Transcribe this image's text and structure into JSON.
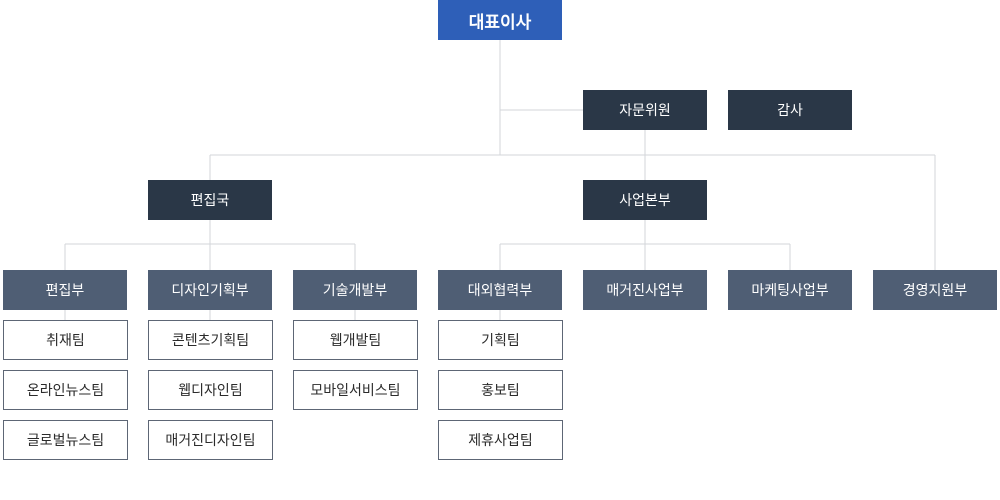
{
  "ceo": "대표이사",
  "advisory": "자문위원",
  "audit": "감사",
  "editorial_bureau": {
    "name": "편집국",
    "departments": [
      {
        "name": "편집부",
        "teams": [
          "취재팀",
          "온라인뉴스팀",
          "글로벌뉴스팀"
        ]
      },
      {
        "name": "디자인기획부",
        "teams": [
          "콘텐츠기획팀",
          "웹디자인팀",
          "매거진디자인팀"
        ]
      },
      {
        "name": "기술개발부",
        "teams": [
          "웹개발팀",
          "모바일서비스팀"
        ]
      }
    ]
  },
  "business_division": {
    "name": "사업본부",
    "departments": [
      {
        "name": "대외협력부",
        "teams": [
          "기획팀",
          "홍보팀",
          "제휴사업팀"
        ]
      },
      {
        "name": "매거진사업부",
        "teams": []
      },
      {
        "name": "마케팅사업부",
        "teams": []
      }
    ]
  },
  "management_support": "경영지원부",
  "colors": {
    "ceo": "#2e5fb8",
    "level_dark": "#2a3747",
    "level_mid": "#4f5e74",
    "team_border": "#5d6675",
    "connector": "#d3d6da"
  }
}
